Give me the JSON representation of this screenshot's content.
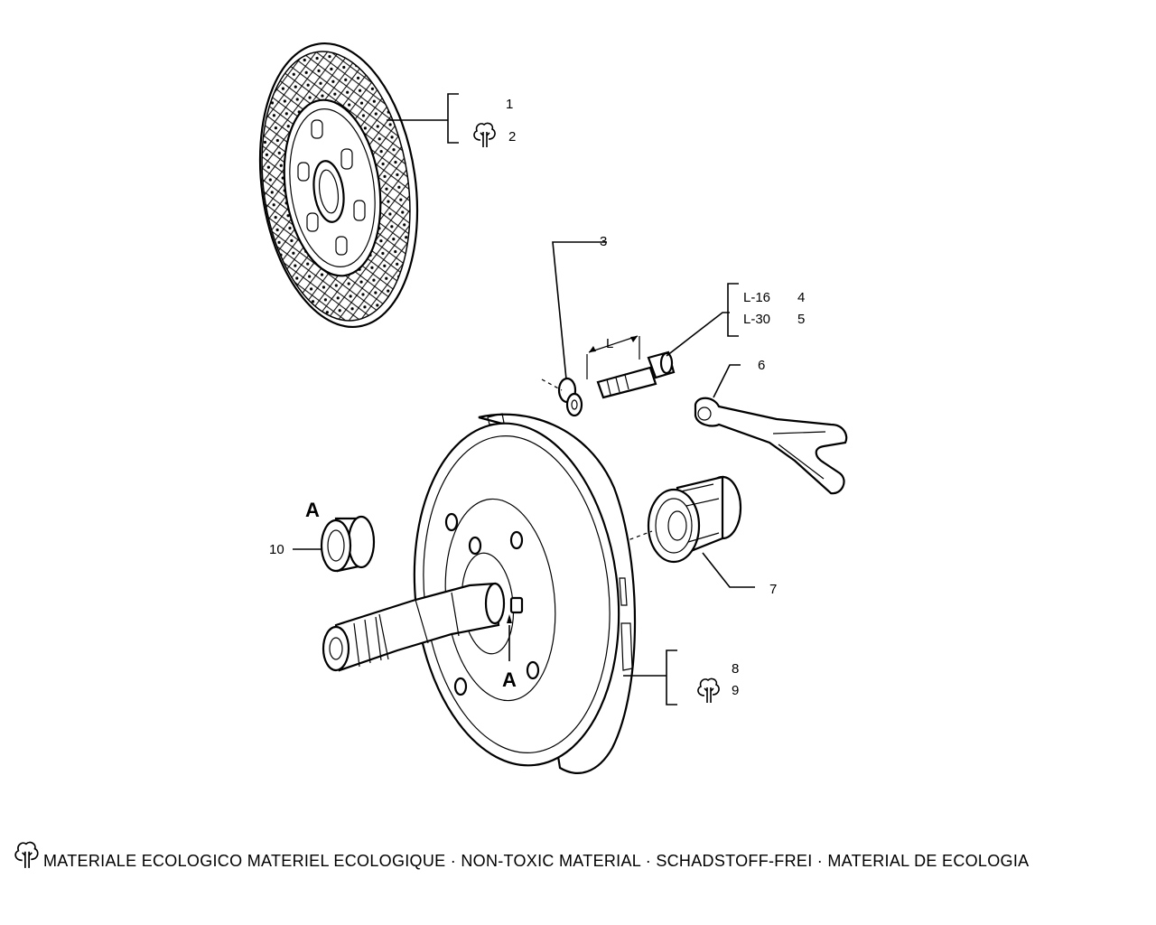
{
  "callouts": {
    "c1": "1",
    "c2": "2",
    "c3": "3",
    "c4": "4",
    "c5": "5",
    "c6": "6",
    "c7": "7",
    "c8": "8",
    "c9": "9",
    "c10": "10"
  },
  "lengths": {
    "l16": "L-16",
    "l30": "L-30",
    "dim": "L"
  },
  "section": {
    "top": "A",
    "bottom": "A"
  },
  "legend": {
    "icon": "tree-icon",
    "text": "MATERIALE ECOLOGICO   MATERIEL ECOLOGIQUE · NON-TOXIC MATERIAL · SCHADSTOFF-FREI · MATERIAL DE ECOLOGIA"
  }
}
